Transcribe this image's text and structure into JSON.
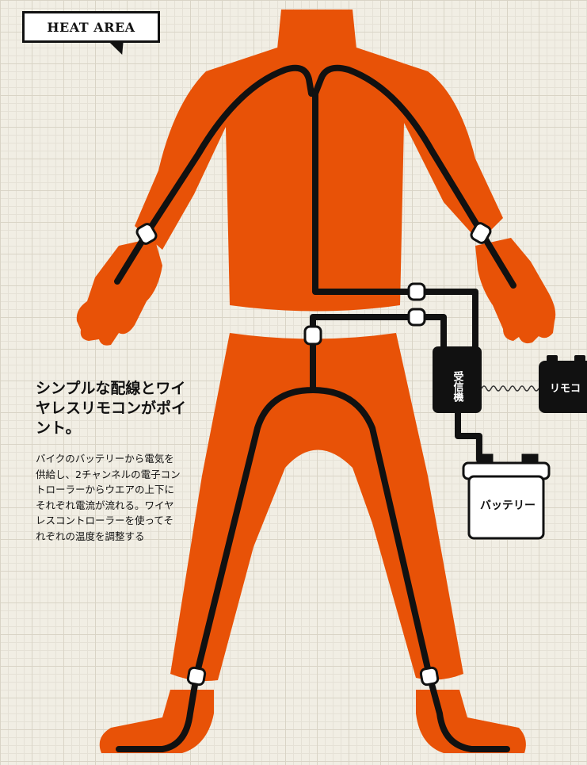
{
  "callout": {
    "label": "HEAT AREA"
  },
  "description": {
    "headline": "シンプルな配線とワイヤレスリモコンがポイント。",
    "body": "バイクのバッテリーから電気を供給し、2チャンネルの電子コントローラーからウエアの上下にそれぞれ電流が流れる。ワイヤレスコントローラーを使ってそれぞれの温度を調整する"
  },
  "components": {
    "receiver": "受信機",
    "remote": "リモコ",
    "battery": "バッテリー"
  },
  "colors": {
    "suit": "#e85207",
    "wire": "#111111",
    "grid_background": "#f1eee4"
  }
}
